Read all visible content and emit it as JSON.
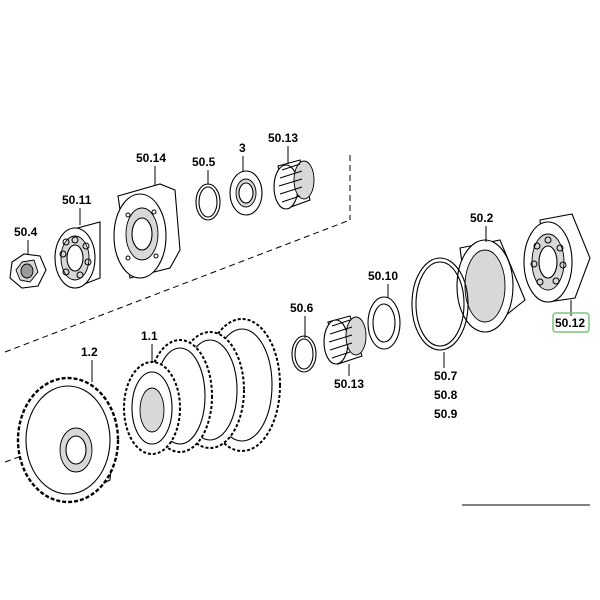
{
  "labels": {
    "p50_4": "50.4",
    "p50_11": "50.11",
    "p50_14": "50.14",
    "p50_5": "50.5",
    "p3": "3",
    "p50_13_top": "50.13",
    "p50_2": "50.2",
    "p50_10": "50.10",
    "p50_12": "50.12",
    "p50_6": "50.6",
    "p50_13_bottom": "50.13",
    "p1_1": "1.1",
    "p1_2": "1.2",
    "p50_7": "50.7",
    "p50_8": "50.8",
    "p50_9": "50.9"
  },
  "highlight_color": "#7cc47a"
}
